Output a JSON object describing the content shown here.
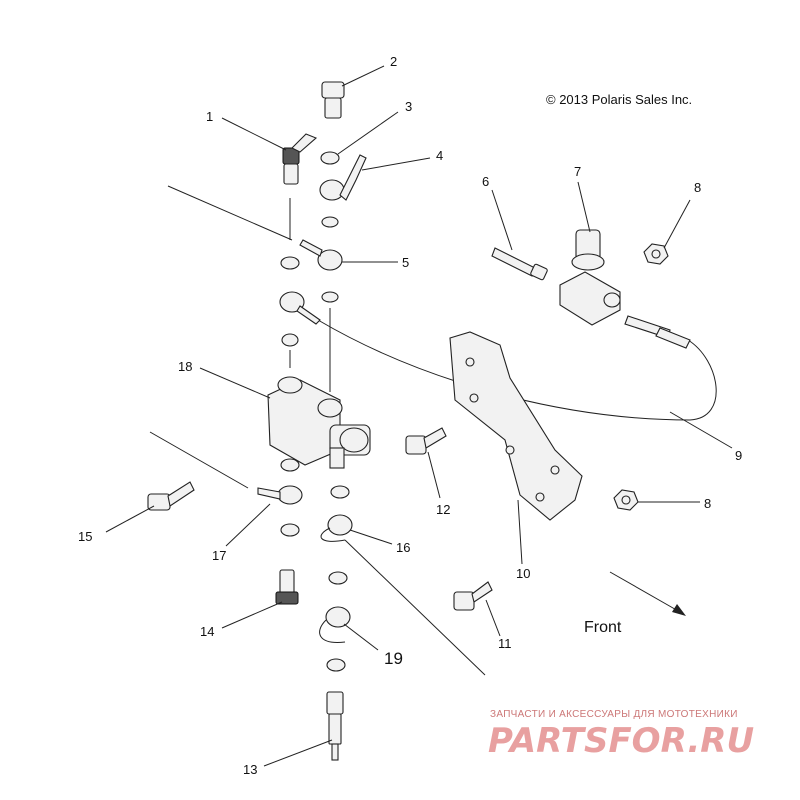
{
  "copyright": "© 2013 Polaris Sales Inc.",
  "direction_label": "Front",
  "watermark": {
    "tagline": "ЗАПЧАСТИ И АКСЕССУАРЫ ДЛЯ МОТОТЕХНИКИ",
    "brand": "PARTSFOR.RU"
  },
  "callouts": {
    "c1": "1",
    "c2": "2",
    "c3": "3",
    "c4": "4",
    "c5": "5",
    "c6": "6",
    "c7": "7",
    "c8a": "8",
    "c8b": "8",
    "c9": "9",
    "c10": "10",
    "c11": "11",
    "c12": "12",
    "c13": "13",
    "c14": "14",
    "c15": "15",
    "c16": "16",
    "c17": "17",
    "c18": "18",
    "c19": "19"
  }
}
